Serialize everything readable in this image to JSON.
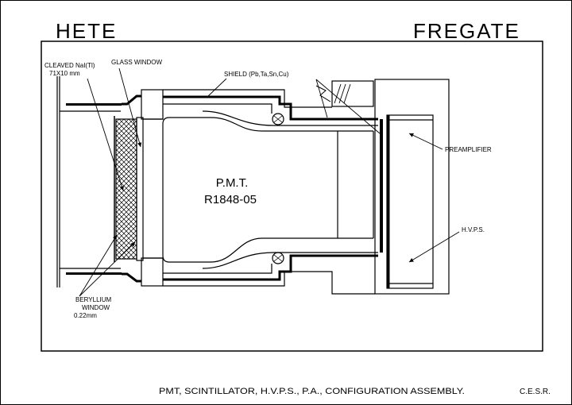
{
  "header": {
    "left_title": "HETE",
    "right_title": "FREGATE"
  },
  "labels": {
    "scintillator_line1": "CLEAVED NaI(Tl)",
    "scintillator_line2": "71X10 mm",
    "glass_window": "GLASS WINDOW",
    "shield": "SHIELD (Pb,Ta,Sn,Cu)",
    "pmt_line1": "P.M.T.",
    "pmt_line2": "R1848-05",
    "preamplifier": "PREAMPLIFIER",
    "hvps": "H.V.P.S.",
    "beryllium_line1": "BERYLLIUM",
    "beryllium_line2": "WINDOW",
    "beryllium_line3": "0.22mm"
  },
  "footer": {
    "caption": "PMT, SCINTILLATOR, H.V.P.S., P.A., CONFIGURATION ASSEMBLY.",
    "organization": "C.E.S.R."
  },
  "colors": {
    "ink": "#000000",
    "paper": "#ffffff"
  }
}
